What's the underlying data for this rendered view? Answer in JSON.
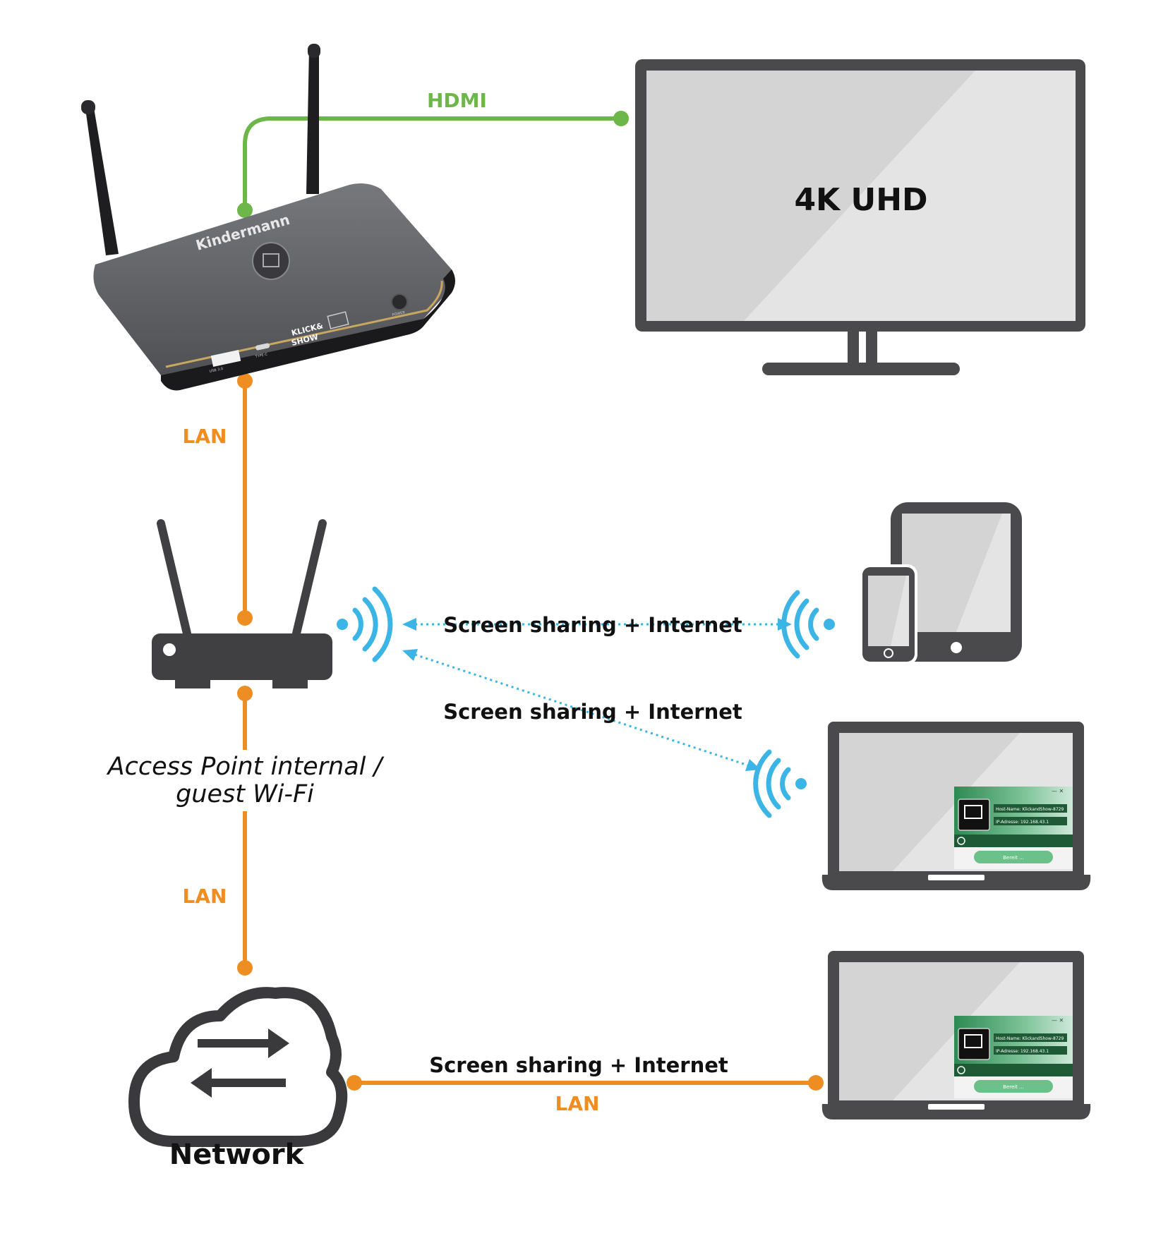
{
  "labels": {
    "hdmi": "HDMI",
    "tv_text": "4K UHD",
    "lan_top": "LAN",
    "access_point_line1": "Access Point internal /",
    "access_point_line2": "guest Wi-Fi",
    "lan_middle": "LAN",
    "sharing_mobile": "Screen sharing + Internet",
    "sharing_laptop_wifi": "Screen sharing + Internet",
    "sharing_laptop_lan": "Screen sharing + Internet",
    "lan_bottom": "LAN",
    "network": "Network"
  },
  "device_branding": {
    "brand": "Kindermann",
    "product_line1": "KLICK&",
    "product_line2": "SHOW",
    "usb_port": "USB 3.0",
    "usbc_port": "TYPE-C",
    "power": "POWER"
  },
  "app_window_1": {
    "host_name": "Host-Name: KlickandShow-8729",
    "ip_address": "IP-Adresse: 192.168.43.1",
    "button": "Bereit ..."
  },
  "app_window_2": {
    "host_name": "Host-Name: KlickandShow-8729",
    "ip_address": "IP-Adresse: 192.168.43.1",
    "button": "Bereit ..."
  },
  "colors": {
    "hdmi_green": "#6cb64a",
    "lan_orange": "#ee8e22",
    "wifi_blue": "#3bb4e6",
    "device_dark": "#4a4a4c",
    "screen_light": "#e4e4e4",
    "screen_mid": "#d4d4d4",
    "text_dark": "#111111"
  },
  "icons": [
    "receiver-device-icon",
    "tv-monitor-icon",
    "router-icon",
    "wifi-signal-icon",
    "tablet-icon",
    "phone-icon",
    "laptop-icon",
    "cloud-network-icon",
    "transfer-arrows-icon"
  ]
}
